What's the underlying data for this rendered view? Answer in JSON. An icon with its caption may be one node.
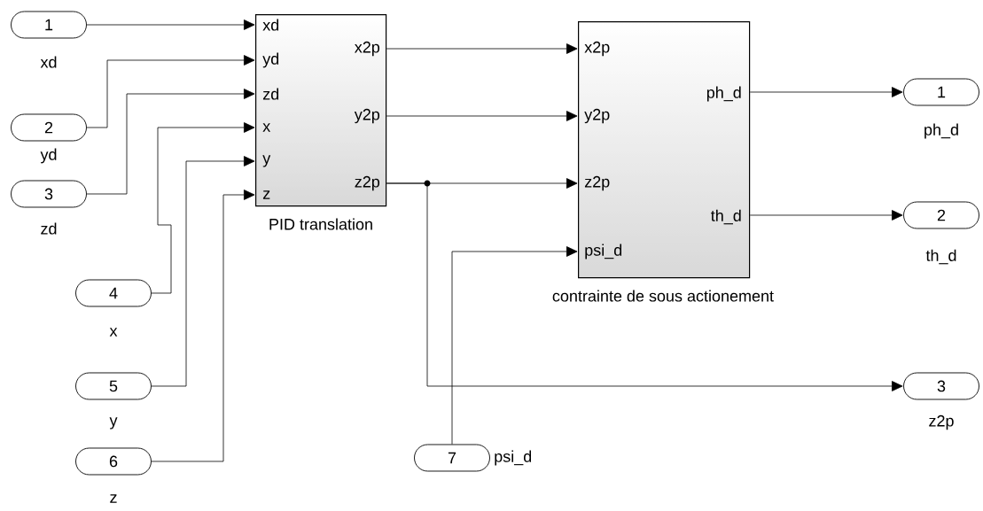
{
  "diagram": {
    "nodes": [
      {
        "text": [
          "1"
        ],
        "beside": [
          "xd"
        ]
      },
      {
        "text": [
          "2"
        ],
        "beside": [
          "yd"
        ]
      },
      {
        "text": [
          "3"
        ],
        "beside": [
          "zd"
        ]
      },
      {
        "text": [
          "4"
        ],
        "beside": [
          "x"
        ]
      },
      {
        "text": [
          "5"
        ],
        "beside": [
          "y"
        ]
      },
      {
        "text": [
          "6"
        ],
        "beside": [
          "z"
        ]
      },
      {
        "text": [
          "xd",
          "yd",
          "zd",
          "x",
          "y",
          "z",
          "x2p",
          "y2p",
          "z2p",
          "PID translation"
        ]
      },
      {
        "text": [
          "7"
        ],
        "beside": [
          "psi_d"
        ]
      },
      {
        "text": [
          "x2p",
          "y2p",
          "z2p",
          "psi_d",
          "ph_d",
          "th_d",
          "contrainte de sous actionement"
        ]
      },
      {
        "text": [
          "1"
        ],
        "beside": [
          "ph_d"
        ]
      },
      {
        "text": [
          "2"
        ],
        "beside": [
          "th_d"
        ]
      },
      {
        "text": [
          "3"
        ],
        "beside": [
          "z2p"
        ]
      }
    ],
    "edges": [
      {
        "from": 0,
        "to": 6,
        "arrow": "to"
      },
      {
        "from": 1,
        "to": 6,
        "arrow": "to"
      },
      {
        "from": 2,
        "to": 6,
        "arrow": "to"
      },
      {
        "from": 3,
        "to": 6,
        "arrow": "to"
      },
      {
        "from": 4,
        "to": 6,
        "arrow": "to"
      },
      {
        "from": 5,
        "to": 6,
        "arrow": "to"
      },
      {
        "from": 6,
        "to": 8,
        "arrow": "to"
      },
      {
        "from": 6,
        "to": 8,
        "arrow": "to"
      },
      {
        "from": 6,
        "to": 8,
        "arrow": "to"
      },
      {
        "from": 6,
        "to": 11,
        "arrow": "to"
      },
      {
        "from": 7,
        "to": 8,
        "arrow": "to"
      },
      {
        "from": 8,
        "to": 9,
        "arrow": "to"
      },
      {
        "from": 8,
        "to": 10,
        "arrow": "to"
      }
    ]
  }
}
